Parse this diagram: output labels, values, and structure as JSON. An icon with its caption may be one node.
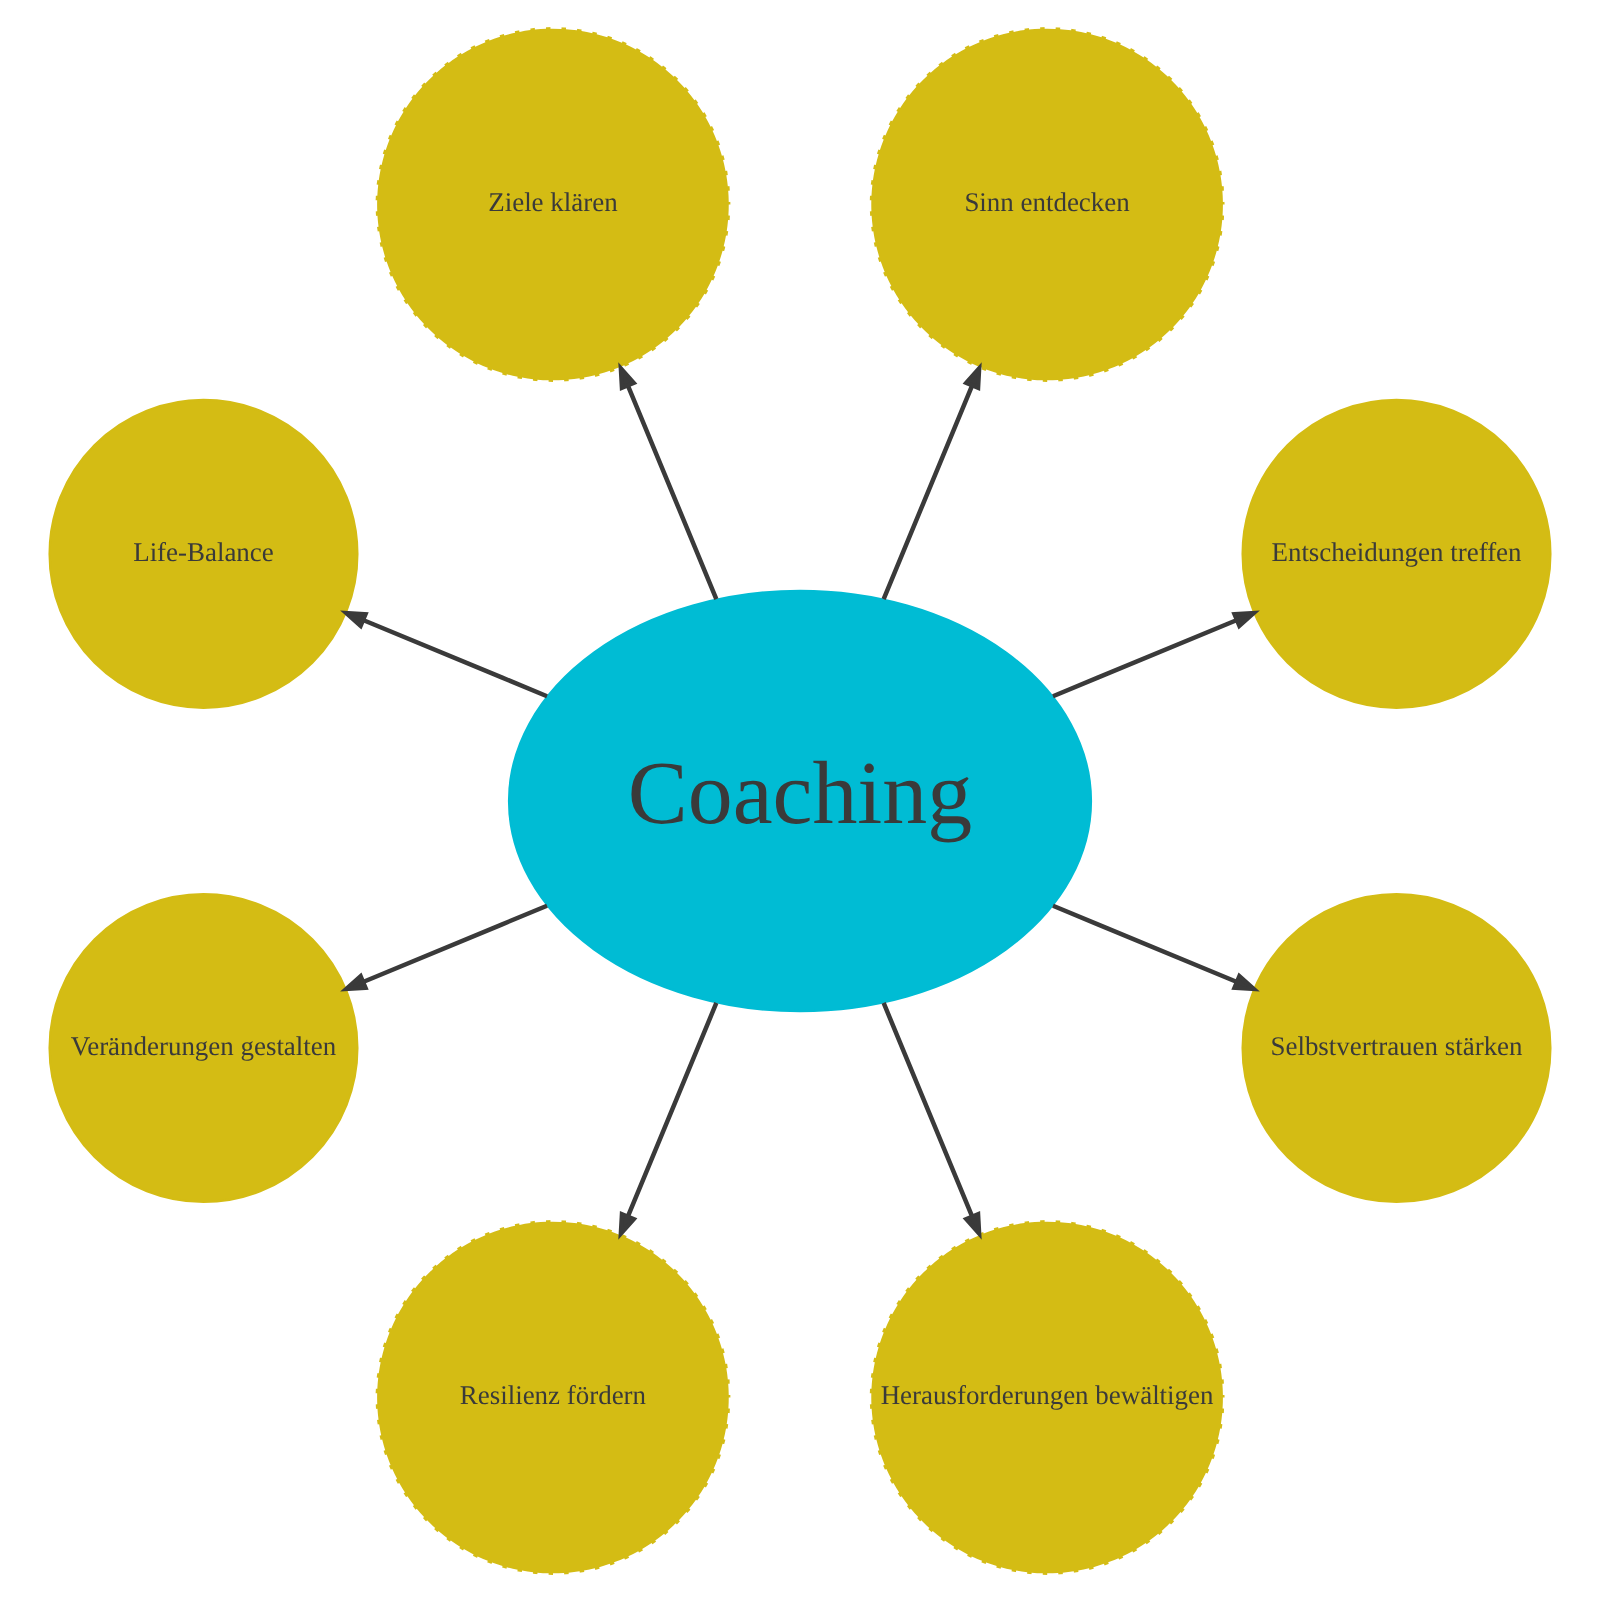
{
  "diagram": {
    "nodes": [
      {
        "text": [
          "Coaching"
        ]
      },
      {
        "text": [
          "Entscheidungen treffen"
        ]
      },
      {
        "text": [
          "Sinn entdecken"
        ]
      },
      {
        "text": [
          "Ziele klären"
        ]
      },
      {
        "text": [
          "Life-Balance"
        ]
      },
      {
        "text": [
          "Veränderungen gestalten"
        ]
      },
      {
        "text": [
          "Resilienz fördern"
        ]
      },
      {
        "text": [
          "Herausforderungen bewältigen"
        ]
      },
      {
        "text": [
          "Selbstvertrauen stärken"
        ]
      }
    ],
    "edges": [
      {
        "from": 0,
        "to": 1,
        "arrow": "to"
      },
      {
        "from": 0,
        "to": 2,
        "arrow": "to"
      },
      {
        "from": 0,
        "to": 3,
        "arrow": "to"
      },
      {
        "from": 0,
        "to": 4,
        "arrow": "to"
      },
      {
        "from": 0,
        "to": 5,
        "arrow": "to"
      },
      {
        "from": 0,
        "to": 6,
        "arrow": "to"
      },
      {
        "from": 0,
        "to": 7,
        "arrow": "to"
      },
      {
        "from": 0,
        "to": 8,
        "arrow": "to"
      }
    ]
  }
}
